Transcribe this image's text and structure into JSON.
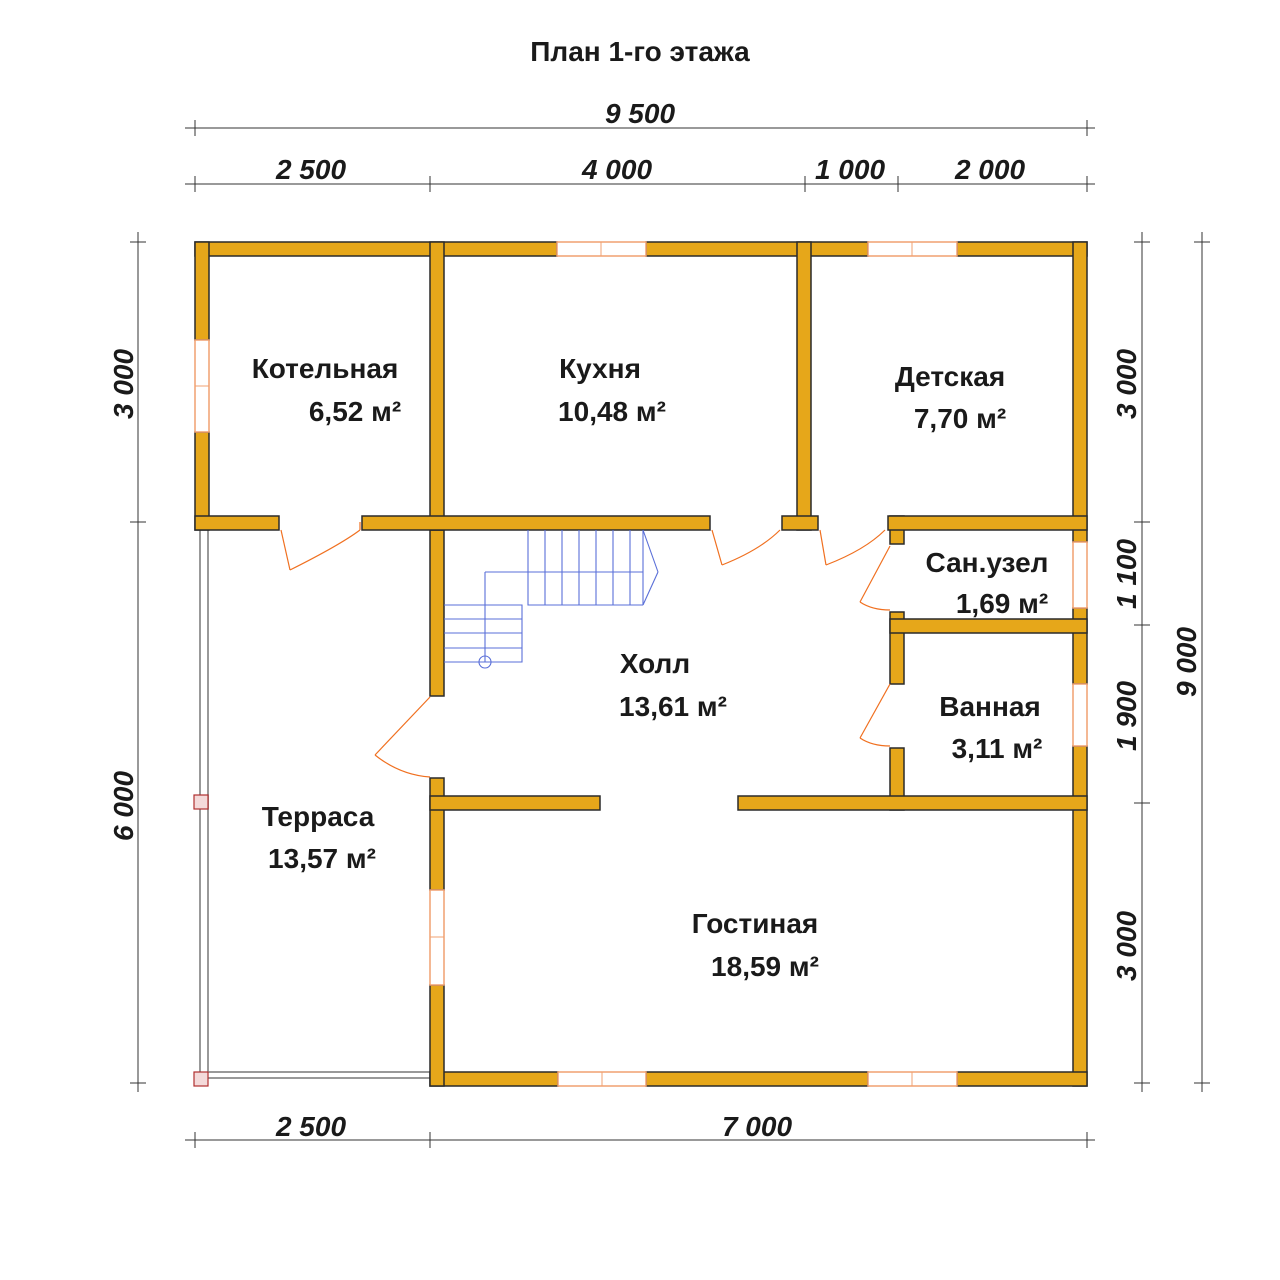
{
  "title": "План 1-го этажа",
  "rooms": [
    {
      "name": "Котельная",
      "area": "6,52 м²"
    },
    {
      "name": "Кухня",
      "area": "10,48 м²"
    },
    {
      "name": "Детская",
      "area": "7,70 м²"
    },
    {
      "name": "Сан.узел",
      "area": "1,69 м²"
    },
    {
      "name": "Ванная",
      "area": "3,11 м²"
    },
    {
      "name": "Холл",
      "area": "13,61 м²"
    },
    {
      "name": "Терраса",
      "area": "13,57 м²"
    },
    {
      "name": "Гостиная",
      "area": "18,59 м²"
    }
  ],
  "dimensions": {
    "top_total": "9 500",
    "top": [
      "2 500",
      "4 000",
      "1 000",
      "2 000"
    ],
    "bottom": [
      "2 500",
      "7 000"
    ],
    "left": [
      "3 000",
      "6 000"
    ],
    "right": [
      "3 000",
      "1 100",
      "1 900",
      "3 000"
    ],
    "right_total": "9 000"
  },
  "colors": {
    "wall": "#e6a71a",
    "door": "#f07020",
    "stair": "#5a6fd8"
  }
}
